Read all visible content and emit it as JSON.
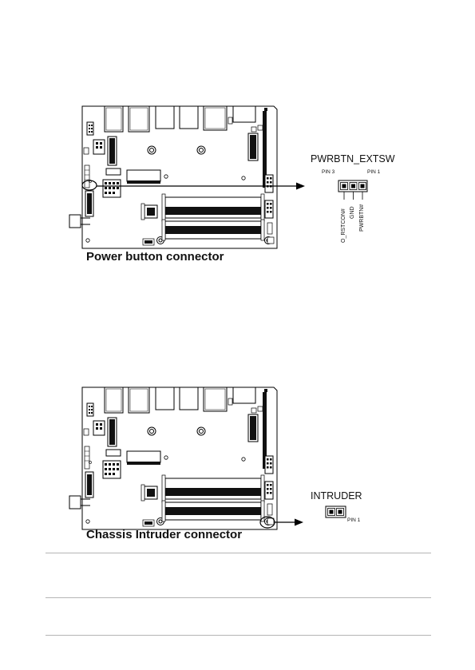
{
  "section1": {
    "caption": "Power button connector",
    "header_title": "PWRBTN_EXTSW",
    "pin_left_label": "PIN 3",
    "pin_right_label": "PIN 1",
    "signals": [
      "O_RSTCON#",
      "GND",
      "PWRBTN#"
    ]
  },
  "section2": {
    "caption": "Chassis Intruder connector",
    "header_title": "INTRUDER",
    "pin_label": "PIN 1"
  },
  "icons": {
    "board": "motherboard-diagram-icon",
    "arrow": "pointer-arrow-icon"
  }
}
